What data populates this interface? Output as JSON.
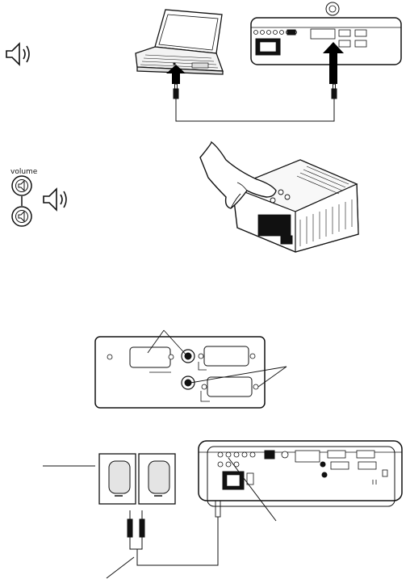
{
  "figures": {
    "one": {
      "sound_icon": "speaker-sound-icon",
      "laptop": "laptop-computer",
      "projector": "projector-back-panel",
      "cable": "audio-cable"
    },
    "two": {
      "volume_label": "volume",
      "sound_icon": "speaker-sound-icon",
      "up_button": "volume-up-icon",
      "down_button": "volume-down-icon",
      "hand": "hand-pressing-keypad"
    },
    "three": {
      "panel": "connector-panel-closeup"
    },
    "four": {
      "speakers": "external-speakers",
      "projector": "projector-back-panel",
      "cable": "stereo-audio-cable"
    }
  }
}
